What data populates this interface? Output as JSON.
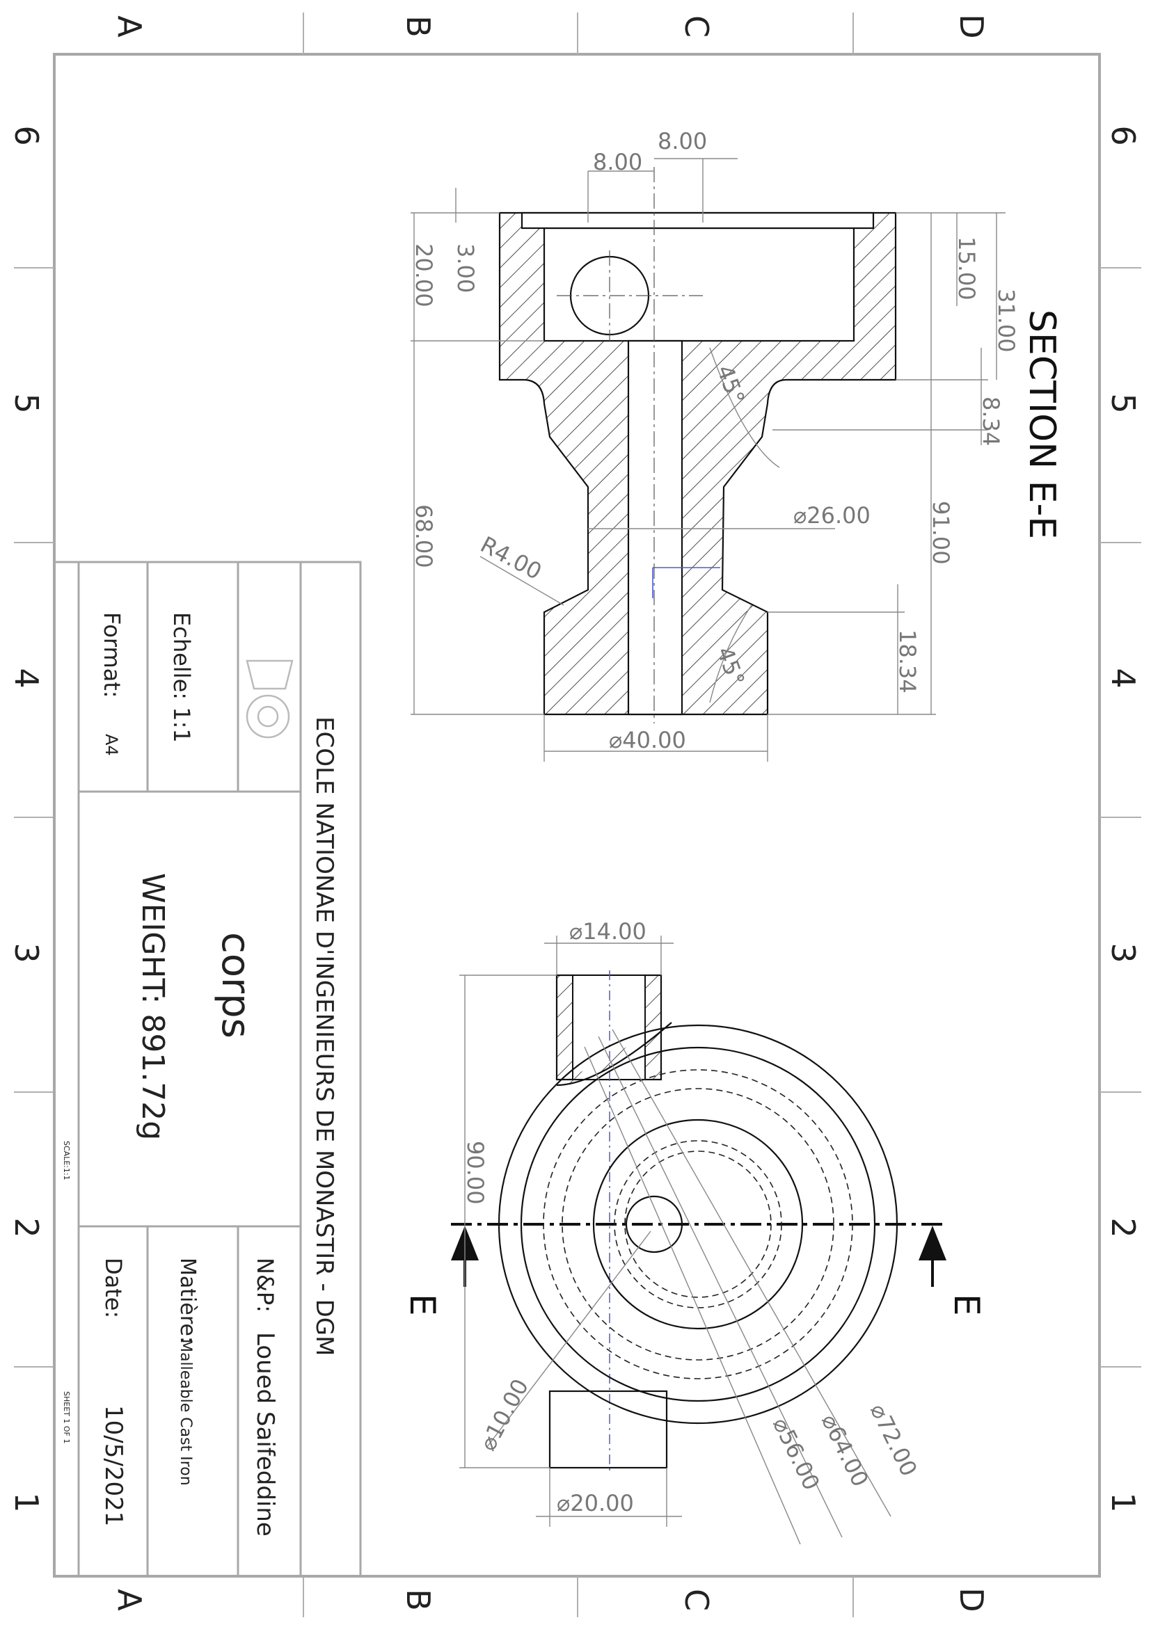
{
  "grid": {
    "columns": [
      "A",
      "B",
      "C",
      "D"
    ],
    "rows": [
      "6",
      "5",
      "4",
      "3",
      "2",
      "1"
    ]
  },
  "section_view": {
    "title": "SECTION E-E",
    "dimensions": {
      "top_8_left": "8.00",
      "top_8_right": "8.00",
      "d20": "20.00",
      "d3": "3.00",
      "d68": "68.00",
      "d15": "15.00",
      "d31": "31.00",
      "d8_34": "8.34",
      "d91": "91.00",
      "d18_34": "18.34",
      "phi26": "⌀26.00",
      "phi40": "⌀40.00",
      "r4": "R4.00",
      "angle_upper": "45°",
      "angle_lower": "45°"
    }
  },
  "plan_view": {
    "cut_label_left": "E",
    "cut_label_right": "E",
    "dimensions": {
      "phi14": "⌀14.00",
      "d90": "90.00",
      "phi10": "⌀10.00",
      "phi20": "⌀20.00",
      "phi56": "⌀56.00",
      "phi64": "⌀64.00",
      "phi72": "⌀72.00"
    }
  },
  "title_block": {
    "school": "ECOLE NATIONAE D'INGENIEURS DE MONASTIR - DGM",
    "format_label": "Format:",
    "format_value": "A4",
    "scale_label": "Echelle: 1:1",
    "part_name": "corps",
    "weight": "WEIGHT: 891.72g",
    "np_label": "N&P:",
    "np_value": "Loued Saifeddine",
    "material_label": "Matière:",
    "material_value": "Malleable Cast Iron",
    "date_label": "Date:",
    "date_value": "10/5/2021",
    "scale_small": "SCALE:1:1",
    "sheet": "SHEET 1 OF 1"
  }
}
